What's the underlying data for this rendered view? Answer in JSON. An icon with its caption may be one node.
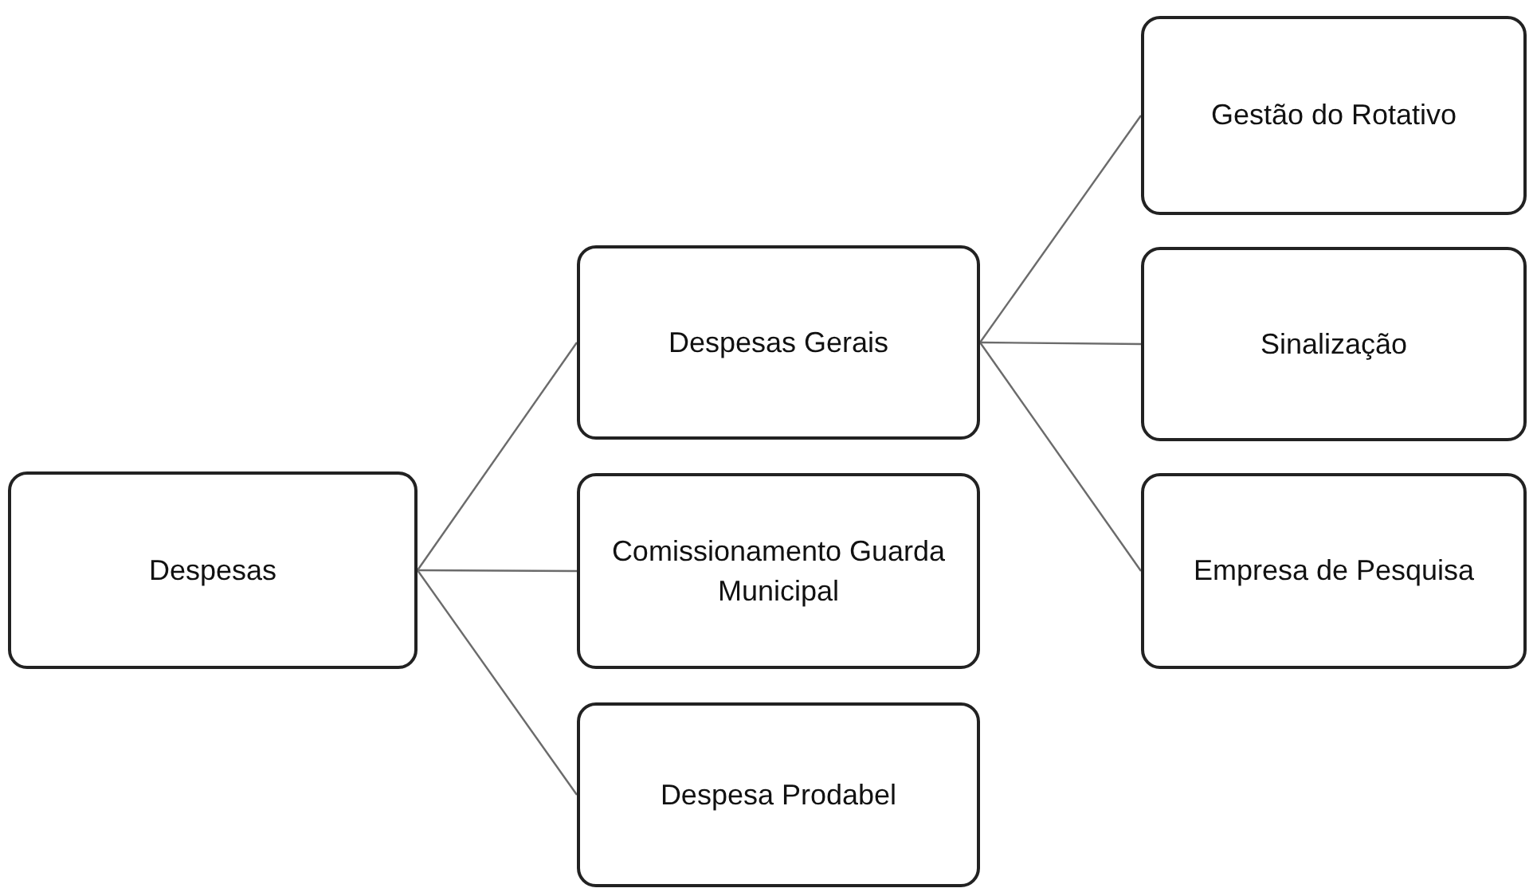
{
  "diagram": {
    "nodes": [
      {
        "text": [
          "Despesas"
        ]
      },
      {
        "text": [
          "Despesas Gerais"
        ]
      },
      {
        "text": [
          "Comissionamento Guarda Municipal"
        ]
      },
      {
        "text": [
          "Despesa Prodabel"
        ]
      },
      {
        "text": [
          "Gestão do Rotativo"
        ]
      },
      {
        "text": [
          "Sinalização"
        ]
      },
      {
        "text": [
          "Empresa de Pesquisa"
        ]
      }
    ],
    "edges": [
      {
        "from": 0,
        "to": 1,
        "arrow": "none"
      },
      {
        "from": 0,
        "to": 2,
        "arrow": "none"
      },
      {
        "from": 0,
        "to": 3,
        "arrow": "none"
      },
      {
        "from": 1,
        "to": 4,
        "arrow": "none"
      },
      {
        "from": 1,
        "to": 5,
        "arrow": "none"
      },
      {
        "from": 1,
        "to": 6,
        "arrow": "none"
      }
    ]
  }
}
